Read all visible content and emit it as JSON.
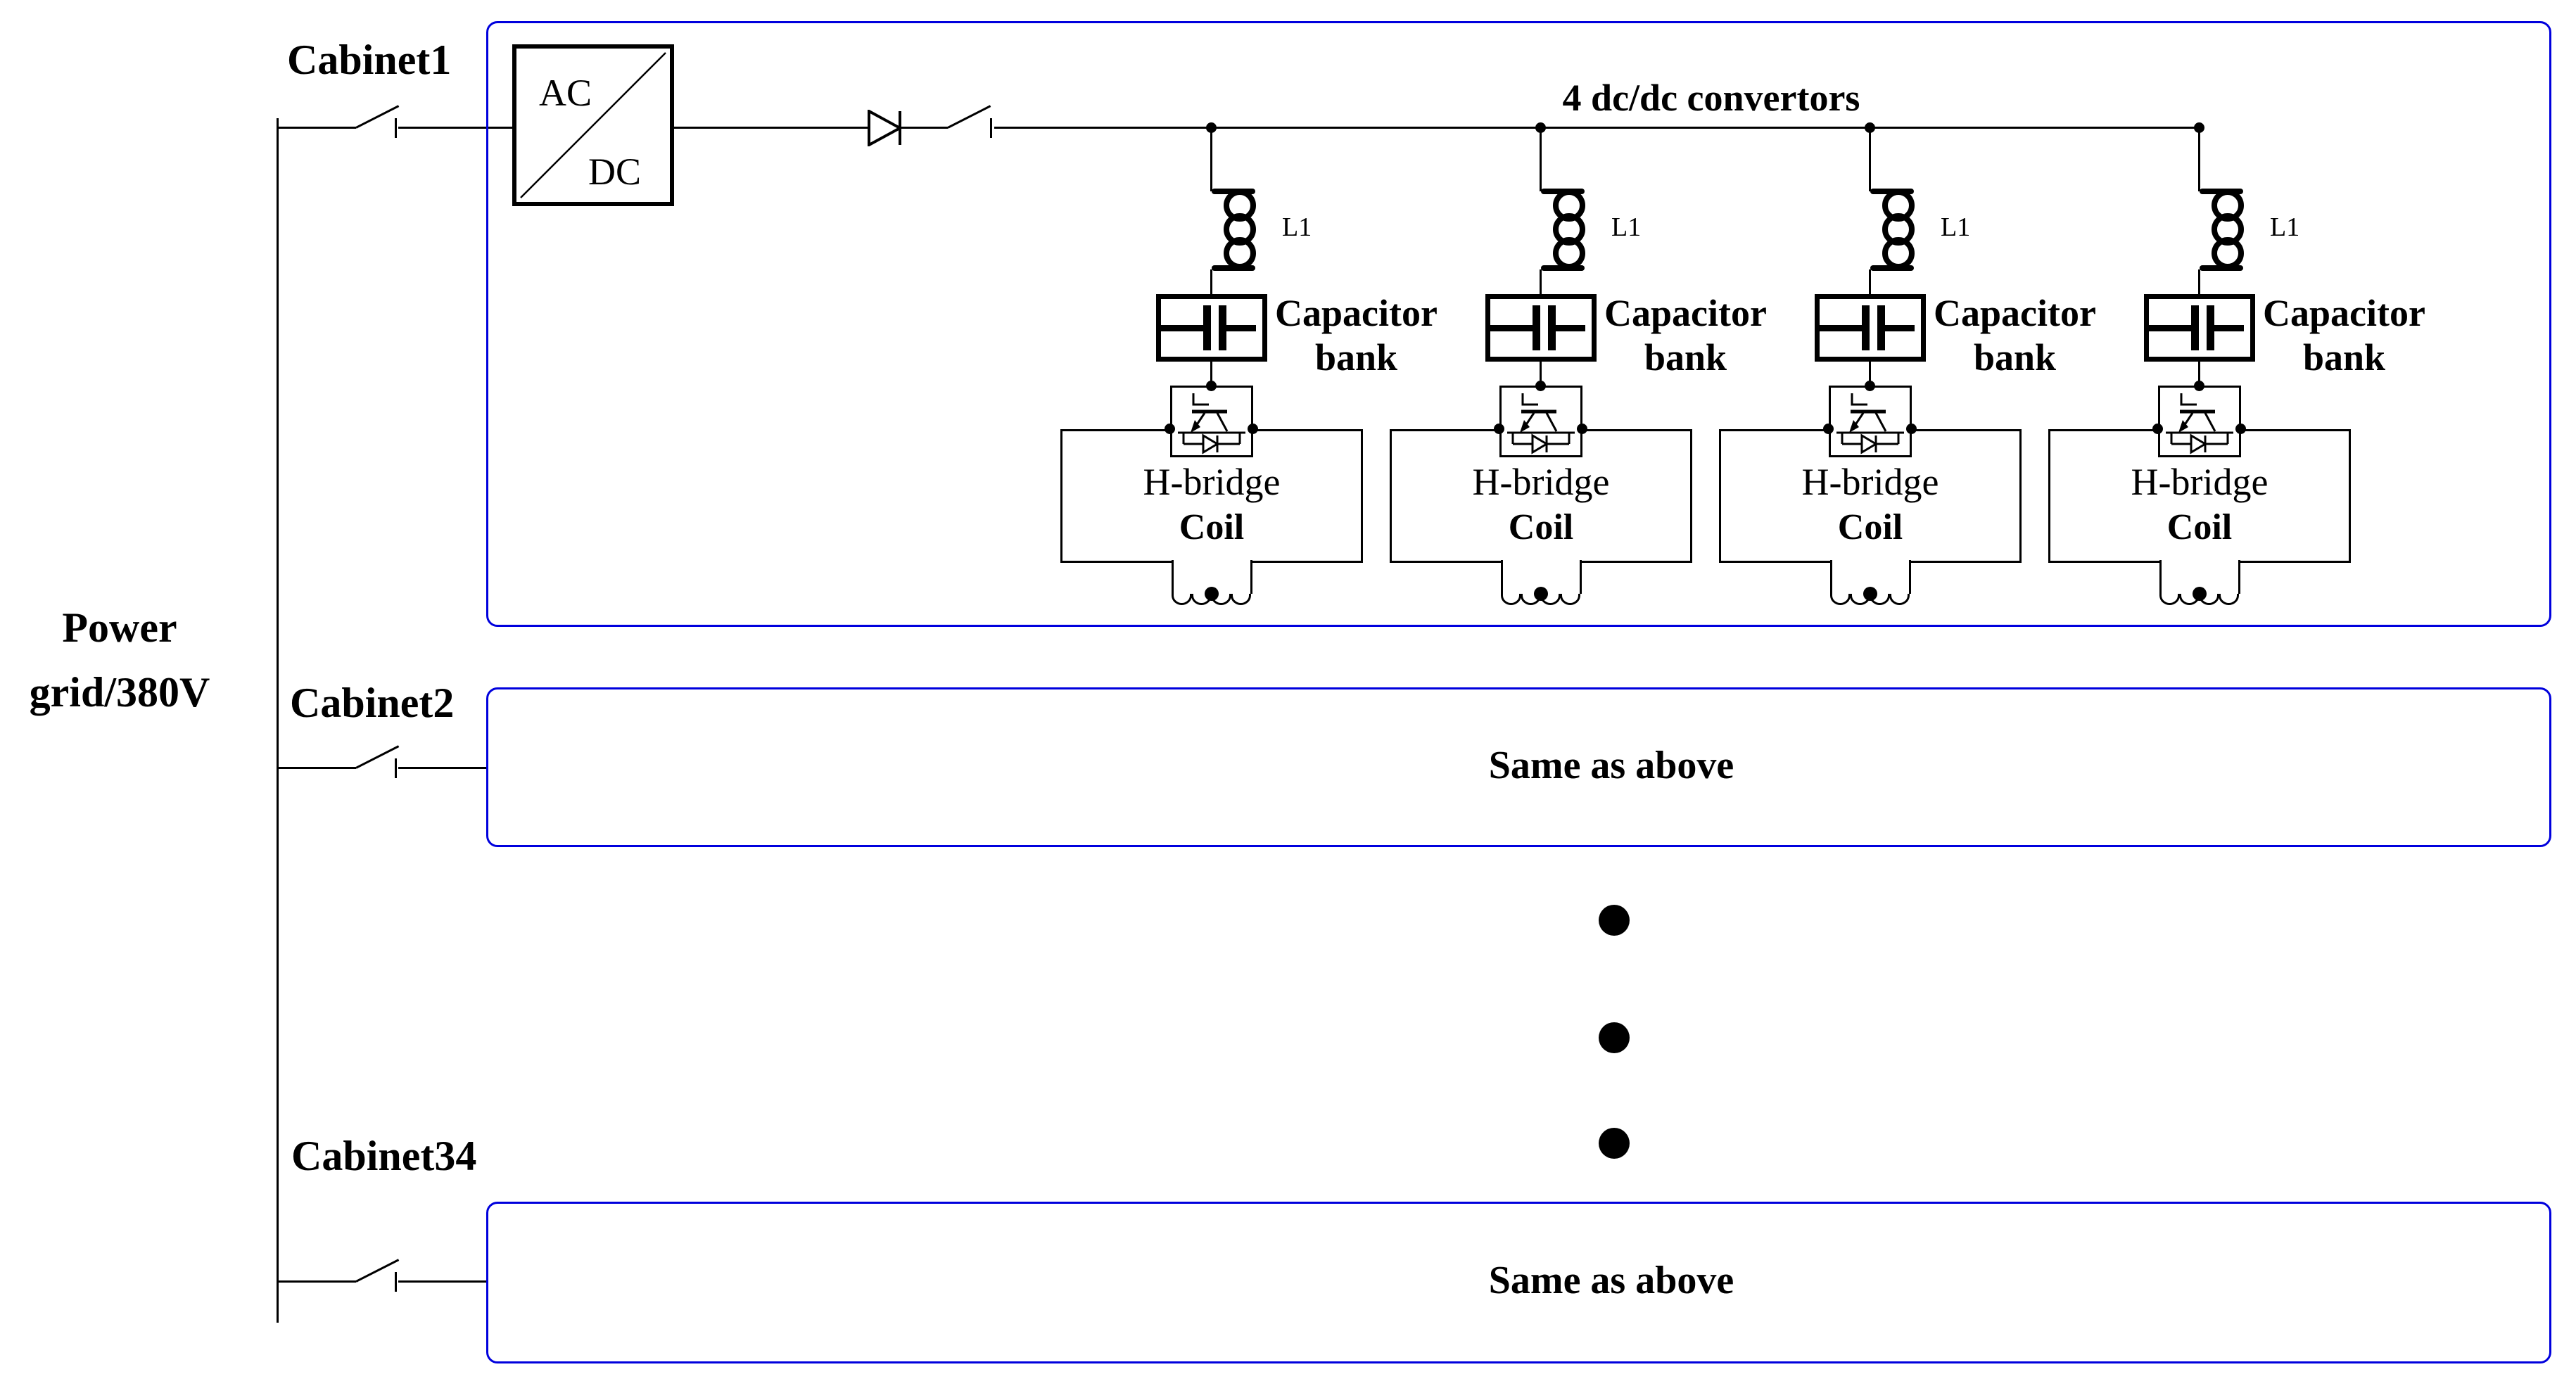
{
  "diagram": {
    "colors": {
      "wire": "#000000",
      "cabinet_border": "#0000dd",
      "background": "#ffffff"
    },
    "power_grid": {
      "line1": "Power",
      "line2": "grid/380V"
    },
    "cabinet1": {
      "label": "Cabinet1"
    },
    "cabinet2": {
      "label": "Cabinet2",
      "content": "Same as above"
    },
    "cabinet34": {
      "label": "Cabinet34",
      "content": "Same as above"
    },
    "acdc": {
      "input": "AC",
      "output": "DC"
    },
    "dcdc_group_label": "4 dc/dc convertors",
    "module": {
      "count": 4,
      "inductor_label": "L1",
      "capacitor_line1": "Capacitor",
      "capacitor_line2": "bank",
      "bridge_label": "H-bridge",
      "coil_label": "Coil"
    },
    "ellipsis_dot_count": 3
  }
}
